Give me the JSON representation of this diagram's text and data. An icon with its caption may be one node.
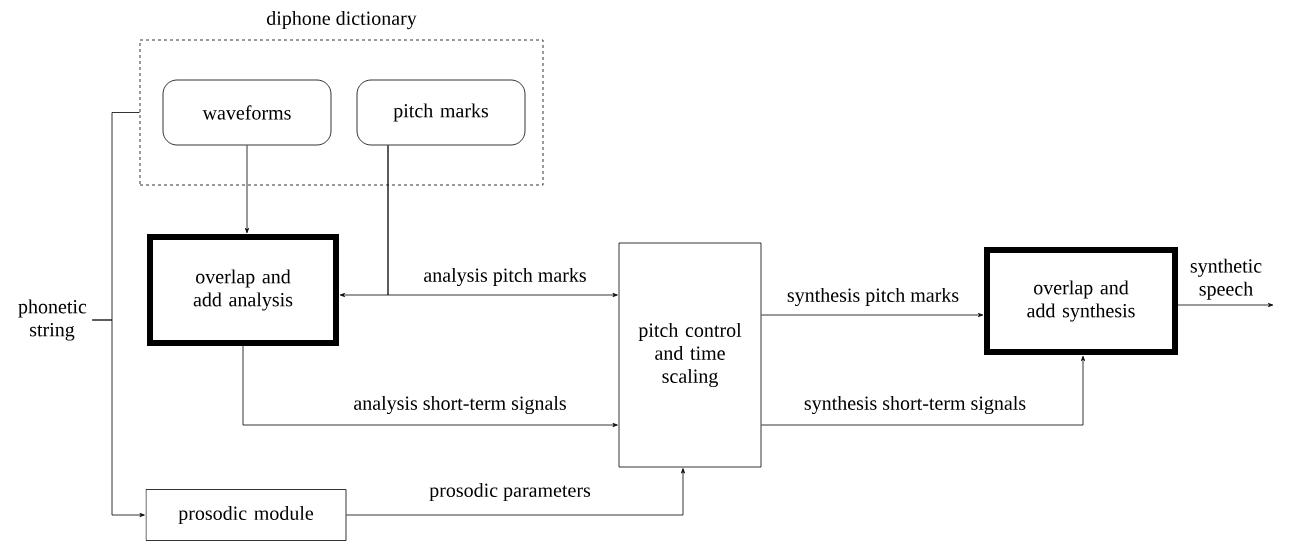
{
  "diagram": {
    "nodes": [
      {
        "text": [
          "diphone dictionary"
        ]
      },
      {
        "text": [
          "waveforms"
        ],
        "in": 0
      },
      {
        "text": [
          "pitch marks"
        ],
        "in": 0
      },
      {
        "text": [
          "phonetic string"
        ]
      },
      {
        "text": [
          "overlap and add analysis"
        ]
      },
      {
        "text": [
          "pitch control and time scaling"
        ]
      },
      {
        "text": [
          "overlap and add synthesis"
        ]
      },
      {
        "text": [
          "prosodic module"
        ]
      }
    ],
    "edges": [
      {
        "from": 3,
        "to": 0,
        "arrow": "none"
      },
      {
        "from": 3,
        "to": 7,
        "arrow": "to"
      },
      {
        "from": 1,
        "to": 4,
        "arrow": "to"
      },
      {
        "from": 2,
        "to": 4,
        "arrow": "to"
      },
      {
        "from": 2,
        "to": 5,
        "arrow": "to",
        "label": "analysis pitch marks"
      },
      {
        "from": 4,
        "to": 5,
        "arrow": "to",
        "label": "analysis short-term signals"
      },
      {
        "from": 7,
        "to": 5,
        "arrow": "to",
        "label": "prosodic parameters"
      },
      {
        "from": 5,
        "to": 6,
        "arrow": "to",
        "label": "synthesis pitch marks"
      },
      {
        "from": 5,
        "to": 6,
        "arrow": "to",
        "label": "synthesis short-term signals"
      },
      {
        "from": 6,
        "to": null,
        "arrow": "to",
        "label": "synthetic speech"
      }
    ]
  }
}
